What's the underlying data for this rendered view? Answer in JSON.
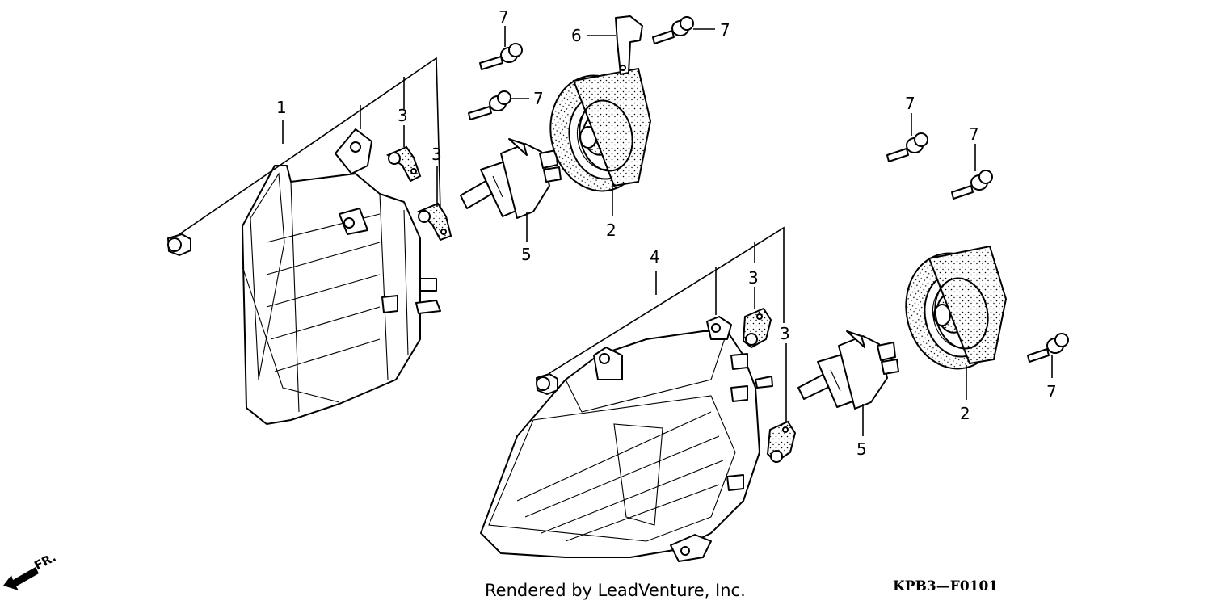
{
  "diagram": {
    "callouts": [
      "1",
      "2",
      "3",
      "4",
      "5",
      "6",
      "7"
    ],
    "footer_text": "Rendered by LeadVenture, Inc.",
    "diagram_code": "KPB3—F0101",
    "direction_label": "FR."
  }
}
